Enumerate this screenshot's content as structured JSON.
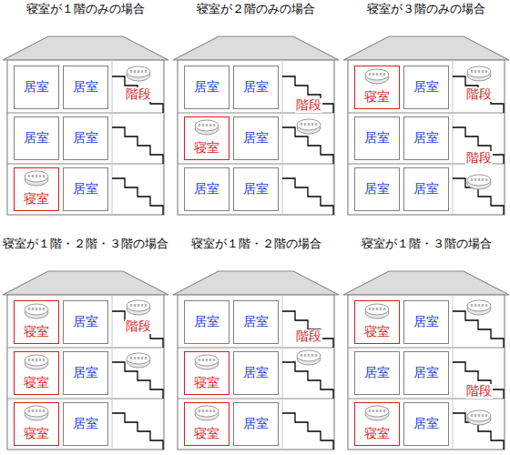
{
  "diagram": {
    "nodes": [
      {
        "text": [
          "寝室が１階のみの場合"
        ]
      },
      {
        "text": [
          "居室"
        ],
        "in": 0
      },
      {
        "text": [
          "居室"
        ],
        "in": 0
      },
      {
        "text": [
          "居室"
        ],
        "in": 0
      },
      {
        "text": [
          "居室"
        ],
        "in": 0
      },
      {
        "text": [
          "寝室"
        ],
        "in": 0
      },
      {
        "text": [
          "居室"
        ],
        "in": 0
      },
      {
        "text": [
          "寝室が２階のみの場合"
        ]
      },
      {
        "text": [
          "居室"
        ],
        "in": 7
      },
      {
        "text": [
          "居室"
        ],
        "in": 7
      },
      {
        "text": [
          "寝室"
        ],
        "in": 7
      },
      {
        "text": [
          "居室"
        ],
        "in": 7
      },
      {
        "text": [
          "居室"
        ],
        "in": 7
      },
      {
        "text": [
          "居室"
        ],
        "in": 7
      },
      {
        "text": [
          "寝室が３階のみの場合"
        ]
      },
      {
        "text": [
          "寝室"
        ],
        "in": 14
      },
      {
        "text": [
          "居室"
        ],
        "in": 14
      },
      {
        "text": [
          "居室"
        ],
        "in": 14
      },
      {
        "text": [
          "居室"
        ],
        "in": 14
      },
      {
        "text": [
          "居室"
        ],
        "in": 14
      },
      {
        "text": [
          "居室"
        ],
        "in": 14
      },
      {
        "text": [
          "寝室が１階・２階・３階の場合"
        ]
      },
      {
        "text": [
          "寝室"
        ],
        "in": 21
      },
      {
        "text": [
          "居室"
        ],
        "in": 21
      },
      {
        "text": [
          "寝室"
        ],
        "in": 21
      },
      {
        "text": [
          "居室"
        ],
        "in": 21
      },
      {
        "text": [
          "寝室"
        ],
        "in": 21
      },
      {
        "text": [
          "居室"
        ],
        "in": 21
      },
      {
        "text": [
          "寝室が１階・２階の場合"
        ]
      },
      {
        "text": [
          "居室"
        ],
        "in": 28
      },
      {
        "text": [
          "居室"
        ],
        "in": 28
      },
      {
        "text": [
          "寝室"
        ],
        "in": 28
      },
      {
        "text": [
          "居室"
        ],
        "in": 28
      },
      {
        "text": [
          "寝室"
        ],
        "in": 28
      },
      {
        "text": [
          "居室"
        ],
        "in": 28
      },
      {
        "text": [
          "寝室が１階・３階の場合"
        ]
      },
      {
        "text": [
          "寝室"
        ],
        "in": 35
      },
      {
        "text": [
          "居室"
        ],
        "in": 35
      },
      {
        "text": [
          "居室"
        ],
        "in": 35
      },
      {
        "text": [
          "居室"
        ],
        "in": 35
      },
      {
        "text": [
          "寝室"
        ],
        "in": 35
      },
      {
        "text": [
          "居室"
        ],
        "in": 35
      }
    ],
    "labels": [
      "階段",
      "階段",
      "階段",
      "階段",
      "階段",
      "階段",
      "階段"
    ]
  }
}
